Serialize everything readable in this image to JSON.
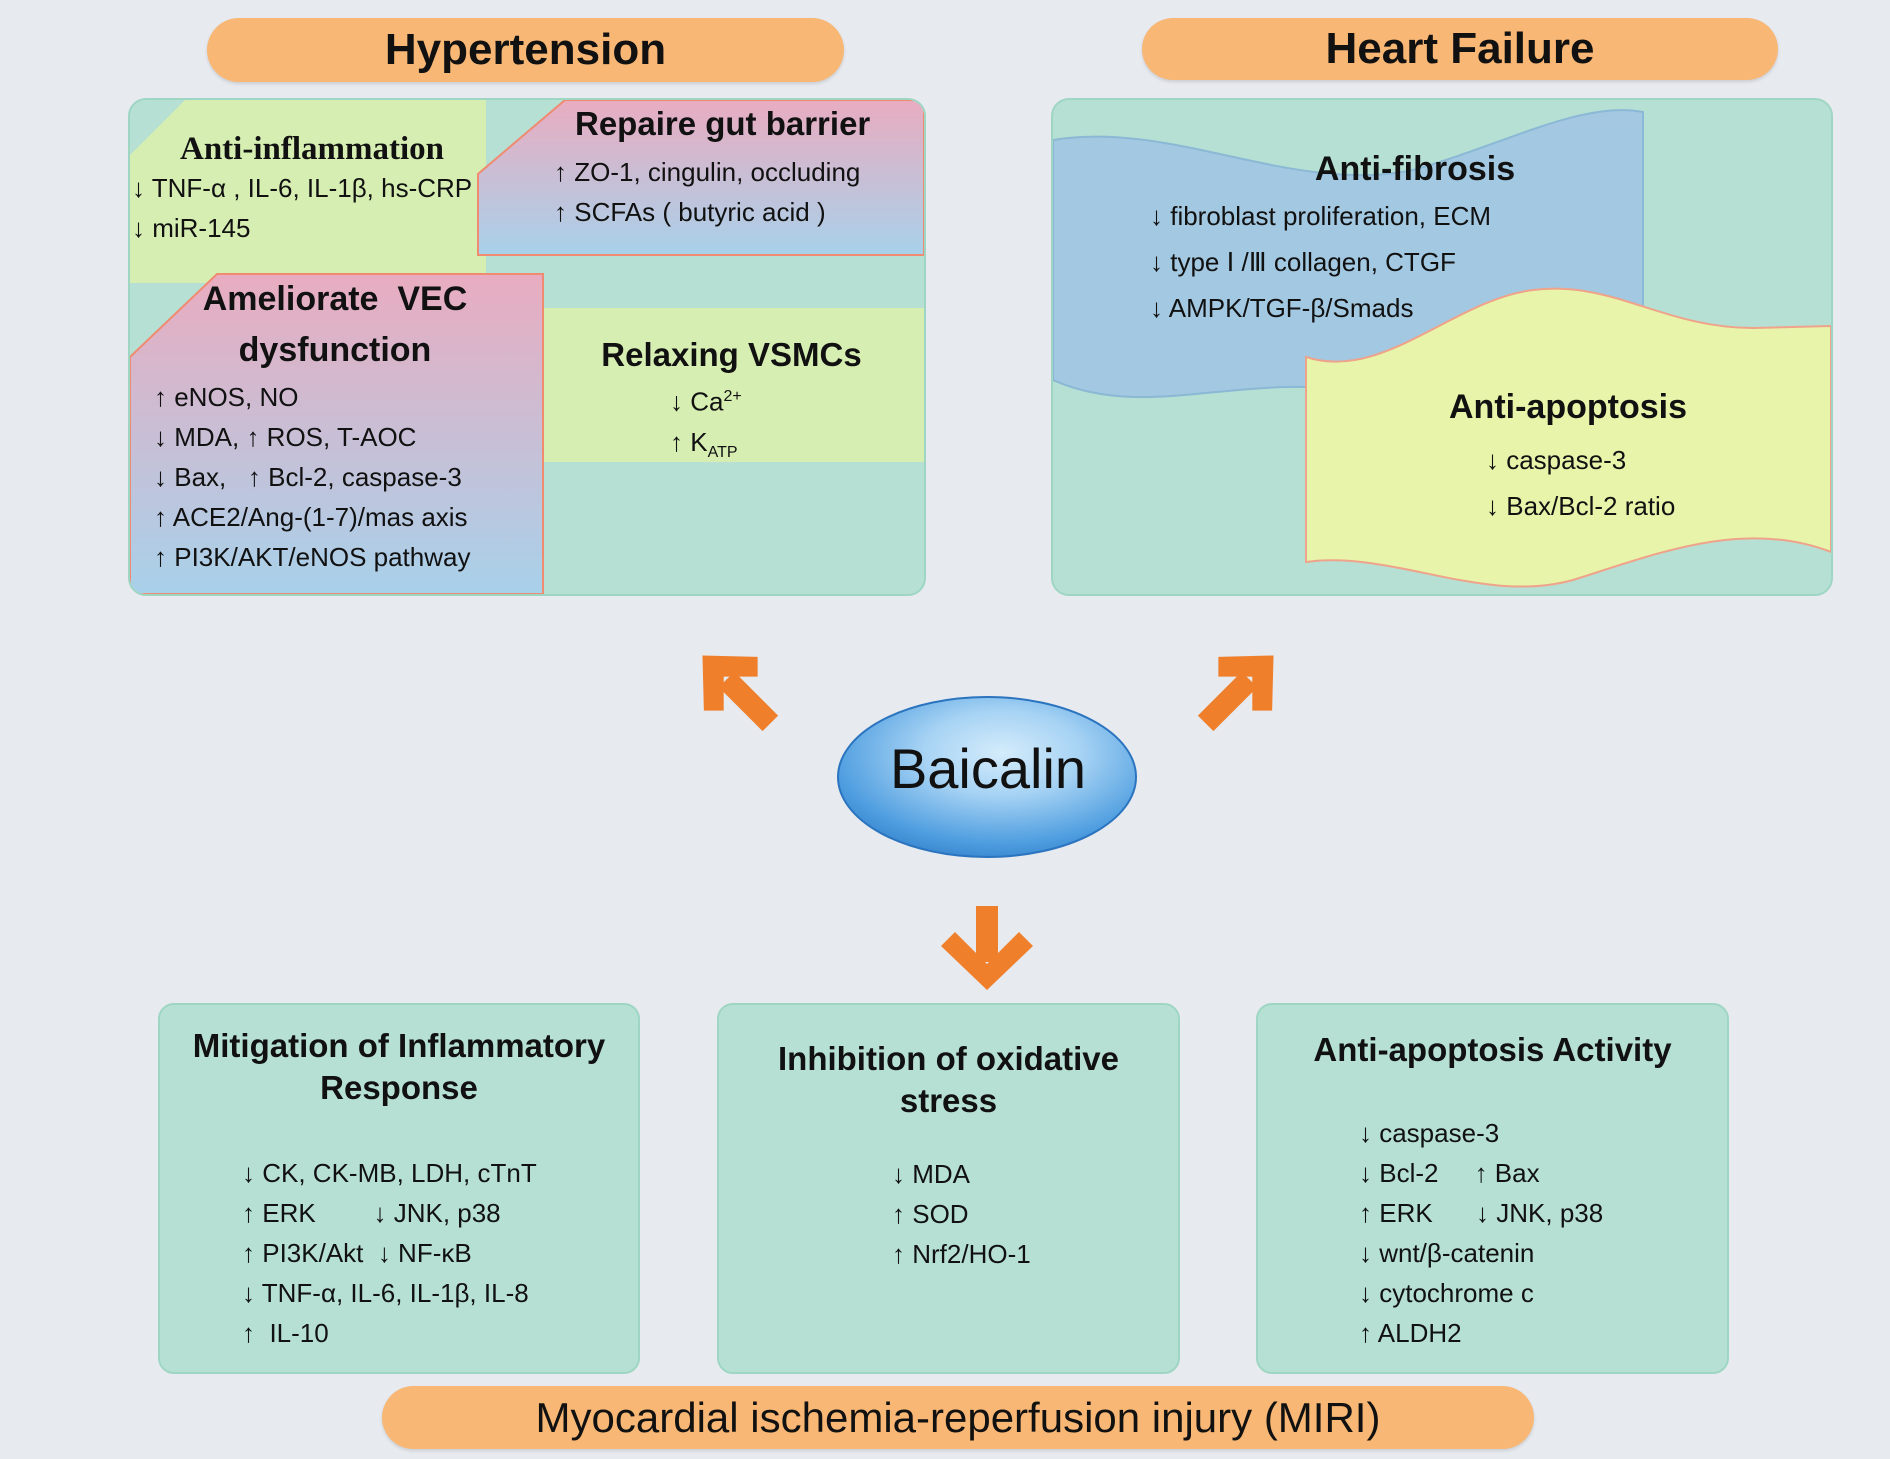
{
  "hypertension": {
    "title": "Hypertension",
    "anti_inflammation": {
      "title": "Anti-inflammation",
      "items": [
        "↓ TNF-α , IL-6, IL-1β, hs-CRP",
        "↓ miR-145"
      ]
    },
    "gut_barrier": {
      "title": "Repaire gut barrier",
      "items": [
        "↑ ZO-1, cingulin, occluding",
        "↑ SCFAs ( butyric acid )"
      ]
    },
    "vec": {
      "title_line1": "Ameliorate  VEC",
      "title_line2": "dysfunction",
      "items": [
        "↑ eNOS, NO",
        "↓ MDA, ↑ ROS, T-AOC",
        "↓ Bax,   ↑ Bcl-2, caspase-3",
        "↑ ACE2/Ang-(1-7)/mas axis",
        "↑ PI3K/AKT/eNOS pathway"
      ]
    },
    "vsmc": {
      "title": "Relaxing VSMCs",
      "ca_arrow": "↓",
      "ca_text": "Ca",
      "ca_sup": "2+",
      "k_arrow": "↑",
      "k_text": "K",
      "k_sub": "ATP"
    }
  },
  "heart_failure": {
    "title": "Heart Failure",
    "anti_fibrosis": {
      "title": "Anti-fibrosis",
      "items": [
        "↓ fibroblast  proliferation, ECM",
        "↓ type Ⅰ /Ⅲ collagen, CTGF",
        "↓ AMPK/TGF-β/Smads"
      ]
    },
    "anti_apoptosis": {
      "title": "Anti-apoptosis",
      "items": [
        "↓ caspase-3",
        "↓ Bax/Bcl-2 ratio"
      ]
    }
  },
  "center": {
    "label": "Baicalin"
  },
  "miri": {
    "title": "Myocardial ischemia-reperfusion injury (MIRI)",
    "inflammatory": {
      "title_line1": "Mitigation of Inflammatory",
      "title_line2": "Response",
      "items": [
        "↓ CK, CK-MB, LDH, cTnT",
        "↑ ERK        ↓ JNK, p38",
        "↑ PI3K/Akt  ↓ NF-κB",
        "↓ TNF-α, IL-6, IL-1β, IL-8",
        "↑  IL-10"
      ]
    },
    "oxidative": {
      "title_line1": "Inhibition of oxidative",
      "title_line2": "stress",
      "items": [
        "↓ MDA",
        "↑ SOD",
        "↑ Nrf2/HO-1"
      ]
    },
    "apoptosis": {
      "title": "Anti-apoptosis Activity",
      "items": [
        "↓ caspase-3",
        "↓ Bcl-2     ↑ Bax",
        "↑ ERK      ↓ JNK, p38",
        "↓ wnt/β-catenin",
        "↓ cytochrome c",
        "↑ ALDH2"
      ]
    }
  },
  "colors": {
    "background": "#e7eaef",
    "panel": "#b6e0d3",
    "pill": "#f8b774",
    "arrow": "#f07f2c",
    "ellipse": "#3d8fd8"
  }
}
